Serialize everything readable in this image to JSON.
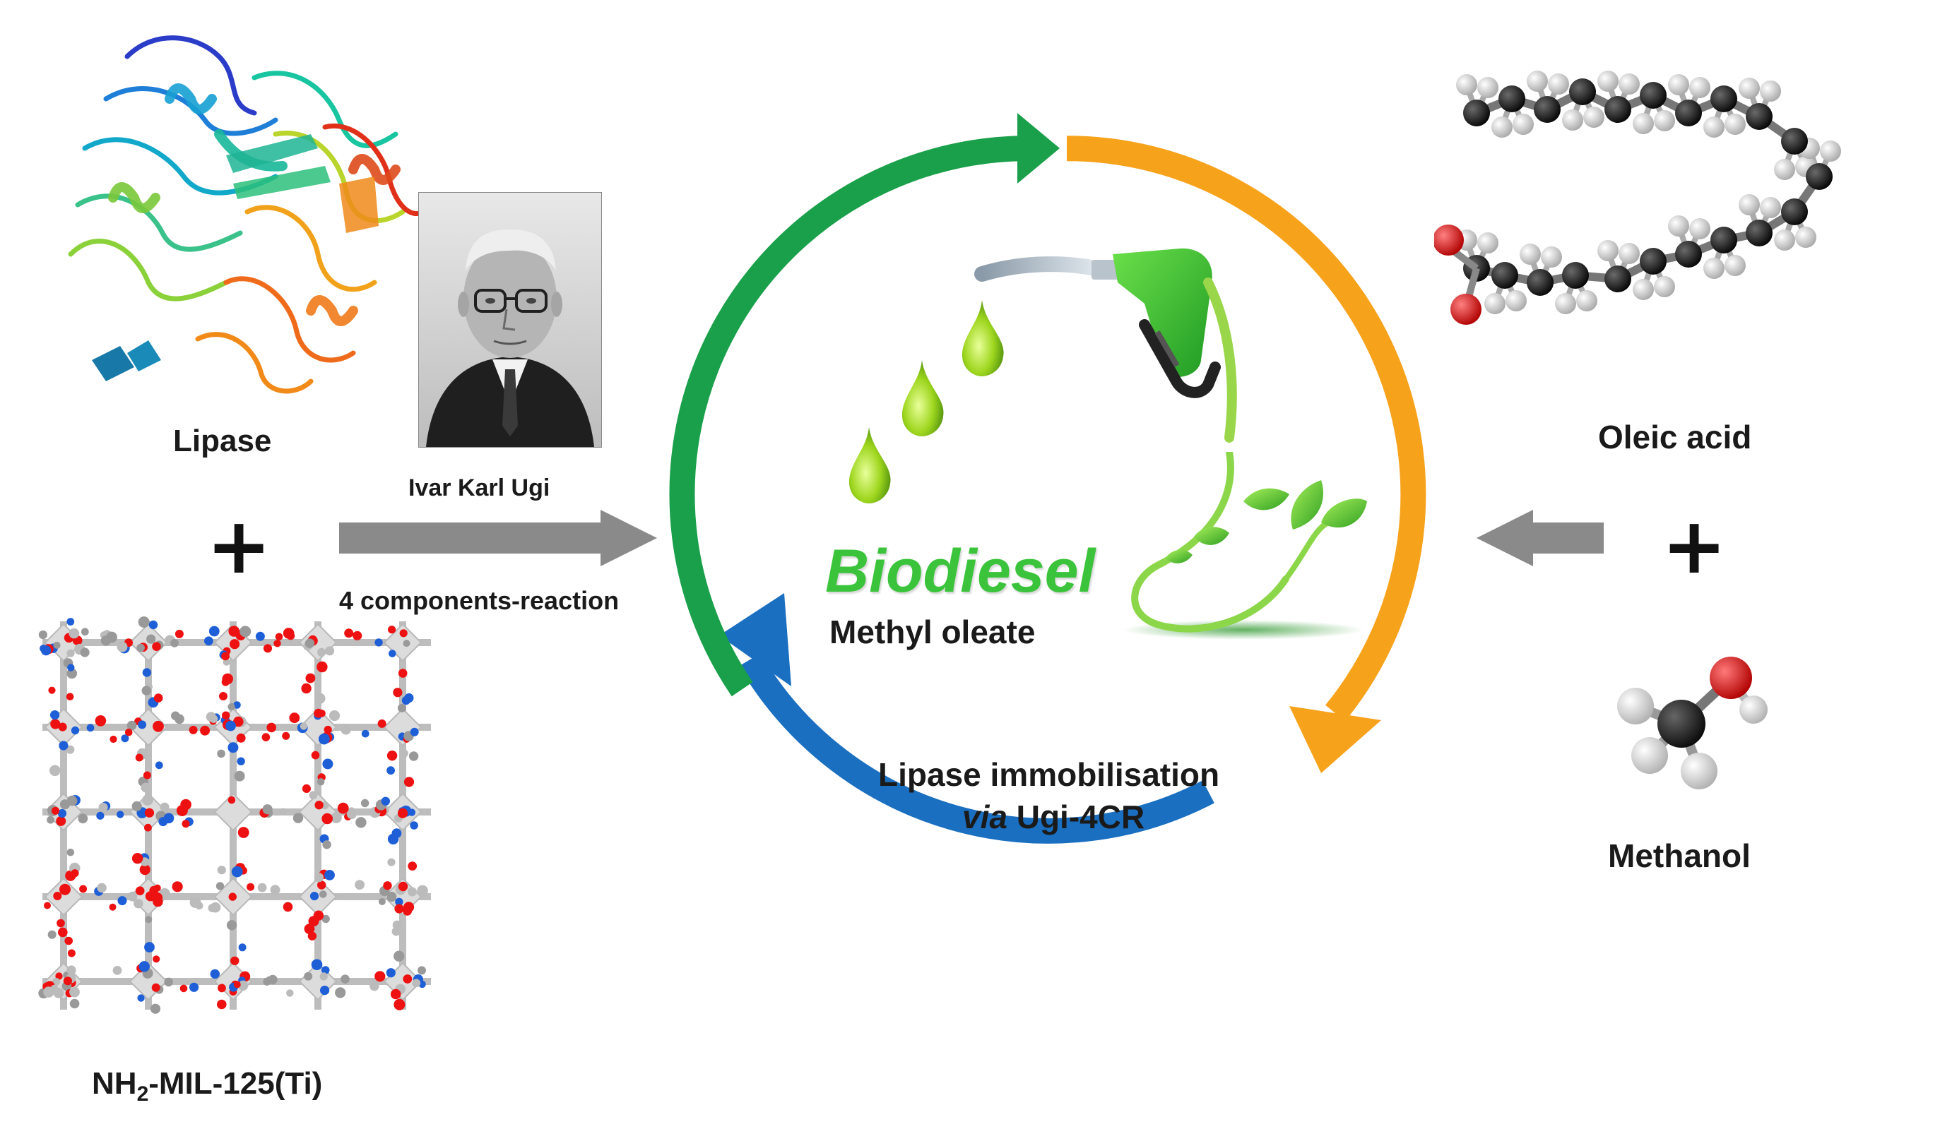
{
  "labels": {
    "lipase": "Lipase",
    "mof_prefix": "NH",
    "mof_sub": "2",
    "mof_suffix": "-MIL-125(Ti)",
    "portrait_caption": "Ivar Karl Ugi",
    "reaction": "4 components-reaction",
    "oleic_acid": "Oleic acid",
    "methanol": "Methanol",
    "plus": "+",
    "biodiesel": "Biodiesel",
    "methyl_oleate": "Methyl oleate",
    "immob_line1": "Lipase immobilisation",
    "immob_via": "via",
    "immob_rest": " Ugi-4CR"
  },
  "colors": {
    "cycle_green": "#1aa04a",
    "cycle_orange": "#f7a21b",
    "cycle_blue": "#1a6fc0",
    "biodiesel_green": "#3bc43b",
    "arrow_gray": "#8a8a8a",
    "oxygen_red": "#e01010",
    "carbon_black": "#151515",
    "hydrogen_white": "#e6e6e6",
    "nitrogen_blue": "#1e5fd8"
  },
  "icons": [
    "lipase-protein-icon",
    "portrait-photo",
    "mof-structure-icon",
    "oleic-acid-molecule-icon",
    "methanol-molecule-icon",
    "fuel-nozzle-icon",
    "oil-drop-icon",
    "leaf-sprout-icon",
    "cycle-arrow-icon"
  ]
}
